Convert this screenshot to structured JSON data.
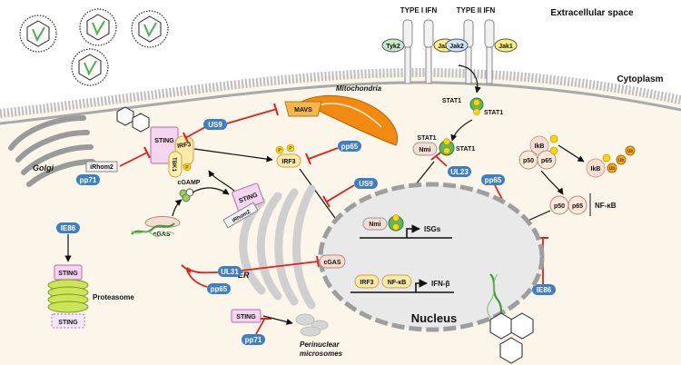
{
  "regions": {
    "extracellular": "Extracellular space",
    "cytoplasm": "Cytoplasm",
    "nucleus": "Nucleus",
    "golgi": "Golgi",
    "mitochondria": "Mitochondria",
    "er": "ER",
    "proteasome": "Proteasome",
    "perinuclear": [
      "Perinuclear",
      "microsomes"
    ]
  },
  "receptors": {
    "type1": "TYPE I IFN",
    "type2": "TYPE II IFN",
    "tyk2": "Tyk2",
    "jak1a": "Jak1",
    "jak2": "Jak2",
    "jak1b": "Jak1"
  },
  "host_proteins": {
    "sting": "STING",
    "irf3": "IRF3",
    "tbk1": "TBK1",
    "irhom2": "iRhom2",
    "mavs": "MAVS",
    "cgas": "cGAS",
    "cgamp": "cGAMP",
    "stat1": "STAT1",
    "nmi": "Nmi",
    "ikb": "IkB",
    "p50": "p50",
    "p65": "p65",
    "nfkb": "NF-κB",
    "ub": "Ub",
    "p": "P"
  },
  "viral_proteins": {
    "us9": "US9",
    "pp65": "pp65",
    "pp71": "pp71",
    "ul23": "UL23",
    "ul31": "UL31",
    "ie86": "IE86"
  },
  "genes": {
    "isgs": "ISGs",
    "ifnb": "IFN-β"
  },
  "colors": {
    "viral_protein": "#3d7fc1",
    "inhibition": "#e02020",
    "sting_fill": "#f3d5f0",
    "irf3_fill": "#fde9a8",
    "nmi_fill": "#f6ddd3",
    "stat1": "#5fb85f",
    "phospho": "#f5d90a",
    "mavs": "#f7b64a",
    "mitochondria": "#f28a12",
    "ub": "#f5a623"
  }
}
